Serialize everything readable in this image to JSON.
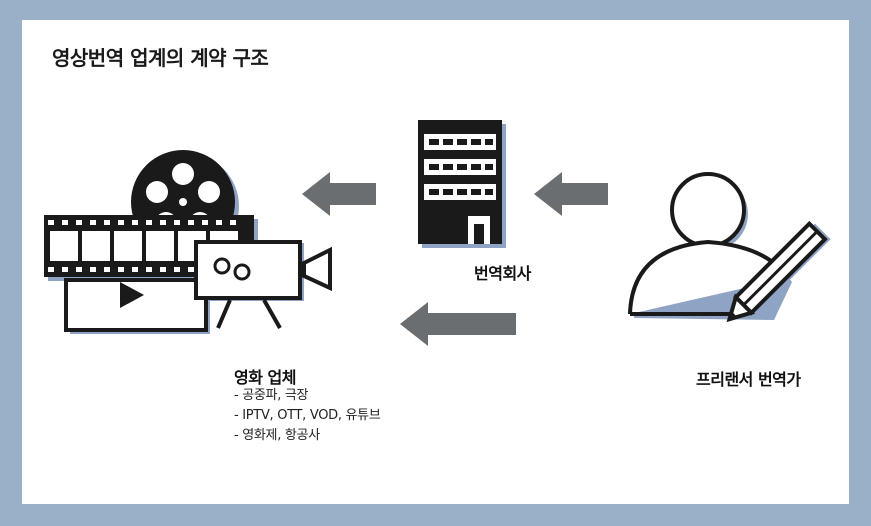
{
  "title": "영상번역 업계의 계약 구조",
  "nodes": {
    "company": {
      "label": "번역회사"
    },
    "freelancer": {
      "label": "프리랜서 번역가"
    },
    "industry": {
      "label": "영화 업체",
      "items": [
        "- 공중파, 극장",
        "- IPTV, OTT, VOD, 유튜브",
        "- 영화제, 항공사"
      ]
    }
  },
  "colors": {
    "frame": "#9aafc8",
    "arrow": "#6b6e70",
    "outline": "#1a1a1a",
    "shadow": "#8fa4c4"
  },
  "icons": [
    "film-production-icon",
    "office-building-icon",
    "translator-person-icon"
  ]
}
